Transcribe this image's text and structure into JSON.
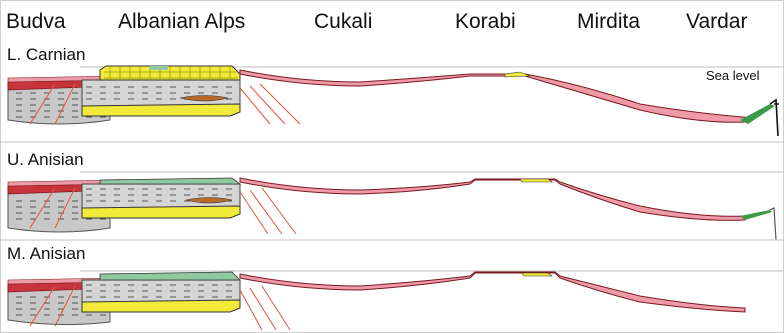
{
  "regions": [
    "Budva",
    "Albanian Alps",
    "Cukali",
    "Korabi",
    "Mirdita",
    "Vardar"
  ],
  "stages": [
    "L. Carnian",
    "U. Anisian",
    "M. Anisian"
  ],
  "sea_level_label": "Sea level",
  "colors": {
    "basin_pink": "#ee9aa8",
    "basin_dark_red": "#c8343c",
    "platform_yellow": "#f1ea3a",
    "platform_green": "#8fc9a0",
    "gray_sediment": "#c8c8c8",
    "brown_lens": "#b86a2a",
    "oceanic_green": "#3a9a4a",
    "fault_red": "#e8503a",
    "sea_line": "#9a9a9a"
  }
}
